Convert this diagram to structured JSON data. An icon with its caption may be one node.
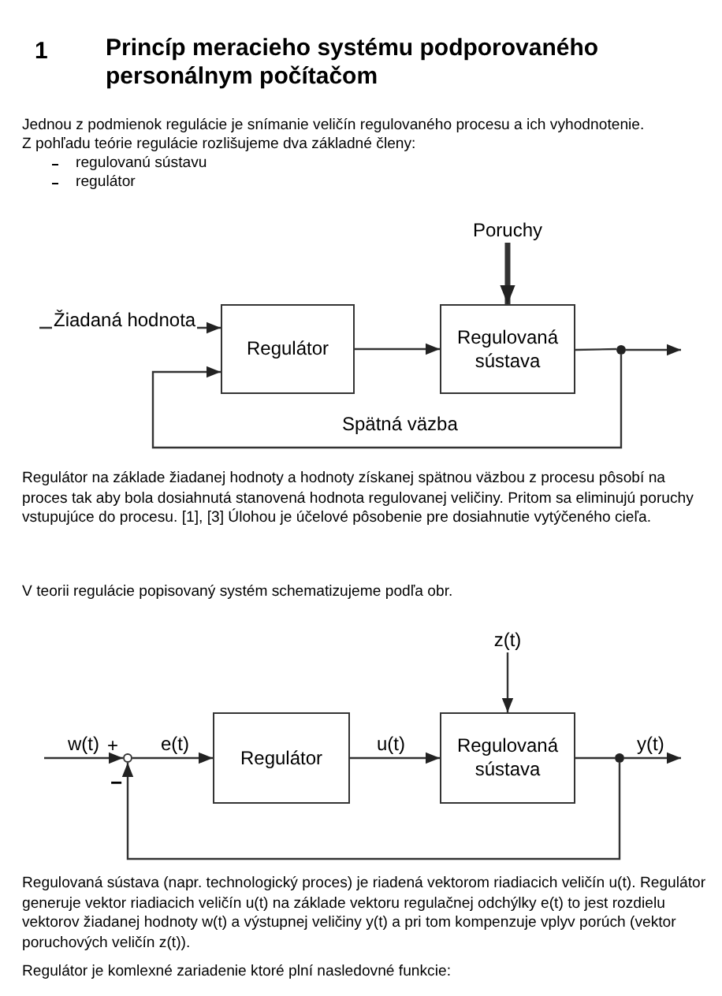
{
  "diagram": {
    "title": "Princíp meracieho systému podporovaného personálnym počítačom",
    "nodes": [
      {
        "text": [
          "Regulátor"
        ]
      },
      {
        "text": [
          "Regulovaná sústava"
        ]
      },
      {
        "text": [
          "Poruchy"
        ]
      },
      {
        "text": [],
        "shape": "circle"
      },
      {
        "text": [
          "Regulátor"
        ]
      },
      {
        "text": [
          "Regulovaná sústava"
        ]
      },
      {
        "text": [
          "z(t)"
        ]
      },
      {
        "text": [],
        "shape": "circle"
      },
      {
        "text": [],
        "shape": "circle"
      }
    ],
    "edges": [
      {
        "from": null,
        "to": 0,
        "arrow": "to",
        "label": "Žiadaná hodnota"
      },
      {
        "from": 0,
        "to": 1,
        "arrow": "to"
      },
      {
        "from": 2,
        "to": 1,
        "arrow": "to",
        "style": "thick"
      },
      {
        "from": 1,
        "to": 3,
        "arrow": "none"
      },
      {
        "from": 3,
        "to": null,
        "arrow": "to"
      },
      {
        "from": 3,
        "to": 0,
        "arrow": "to",
        "label": "Spätná väzba"
      },
      {
        "from": null,
        "to": 7,
        "arrow": "to",
        "label": "w(t)"
      },
      {
        "from": 7,
        "to": 4,
        "arrow": "to",
        "label": "e(t)"
      },
      {
        "from": 4,
        "to": 5,
        "arrow": "to",
        "label": "u(t)"
      },
      {
        "from": 6,
        "to": 5,
        "arrow": "to"
      },
      {
        "from": 5,
        "to": 8,
        "arrow": "none"
      },
      {
        "from": 8,
        "to": null,
        "arrow": "to",
        "label": "y(t)"
      },
      {
        "from": 8,
        "to": 7,
        "arrow": "to"
      }
    ],
    "labels": [
      "1",
      "Jednou z podmienok regulácie je snímanie veličín regulovaného procesu a ich vyhodnotenie.",
      "Z pohľadu teórie regulácie rozlišujeme dva základné členy:",
      "regulovanú sústavu",
      "regulátor",
      "Regulátor na základe žiadanej hodnoty a hodnoty získanej spätnou väzbou z procesu pôsobí na proces tak aby bola dosiahnutá stanovená hodnota regulovanej veličiny. Pritom sa eliminujú poruchy vstupujúce do procesu. [1], [3]  Úlohou je účelové pôsobenie pre dosiahnutie vytýčeného cieľa.",
      "V teorii regulácie popisovaný systém schematizujeme podľa obr.",
      "+",
      "−",
      "Regulovaná sústava (napr. technologický proces) je riadená vektorom riadiacich  veličín u(t). Regulátor generuje vektor riadiacich veličín u(t) na základe vektoru regulačnej odchýlky e(t) to jest rozdielu vektorov žiadanej hodnoty w(t) a výstupnej veličiny y(t) a pri tom kompenzuje vplyv porúch (vektor poruchových veličín z(t)).",
      "Regulátor je komlexné zariadenie ktoré plní nasledovné funkcie:"
    ]
  }
}
